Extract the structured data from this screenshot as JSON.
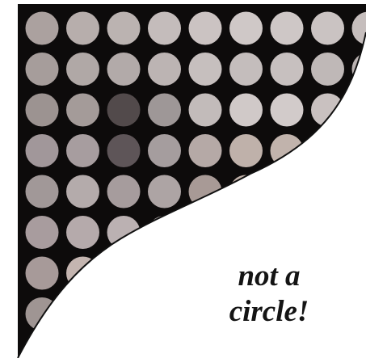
{
  "caption": {
    "line1": "not a",
    "line2": "circle!"
  },
  "grid": {
    "rows": 9,
    "cols": 9,
    "background_color": "#0d0b0b",
    "dot_colors": [
      [
        "#aba19f",
        "#b7aeac",
        "#bbb3b1",
        "#c4bcbb",
        "#cbc3c2",
        "#cfc8c7",
        "#cec7c6",
        "#cac3c2",
        "#c6bebd"
      ],
      [
        "#a69d9b",
        "#b0a8a6",
        "#b2aaa9",
        "#bcb4b3",
        "#c6bfbe",
        "#c4bdbc",
        "#c7c0bf",
        "#bfb8b7",
        "#bab2b1"
      ],
      [
        "#9c9391",
        "#a49b99",
        "#524a4b",
        "#9e9797",
        "#c2bbba",
        "#d0c9c8",
        "#d2cbca",
        "#c9c1c0",
        "#b9b0ae"
      ],
      [
        "#a1979a",
        "#a79d9f",
        "#5e5558",
        "#a59d9e",
        "#b5a9a6",
        "#bfb1aa",
        "#c1b3ac",
        "#bbada6",
        "#b3a6a0"
      ],
      [
        "#a19898",
        "#b4abab",
        "#a69c9d",
        "#ada4a4",
        "#a89a96",
        "#c2b2a9",
        "#c8b8ae",
        "#c5b5ab",
        "#bcaca3"
      ],
      [
        "#a89c9e",
        "#b5aaab",
        "#bbb1b2",
        "#bfb6b6",
        "#c6bcba",
        "#cfc5c1",
        "#c9bfbb",
        "#c4b9b5",
        "#bfb4b0"
      ],
      [
        "#a79a99",
        "#c4b5b0",
        "#d3c4bd",
        "#d6c9c4",
        "#d0c3be",
        "#cabdb8",
        "#c4b7b2",
        "#bfb2ad",
        "#b9aca7"
      ],
      [
        "#9f9593",
        "#b8aca7",
        "#c7bbb6",
        "#cbc0bb",
        "#c8bdb8",
        "#c3b8b3",
        "#beb3ae",
        "#b9aea9",
        "#b4a9a4"
      ],
      [
        "#988f8d",
        "#ada39f",
        "#bcb2ad",
        "#c0b6b1",
        "#bdb3ae",
        "#b8aea9",
        "#b3a9a4",
        "#aea49f",
        "#a99f9a"
      ]
    ]
  }
}
